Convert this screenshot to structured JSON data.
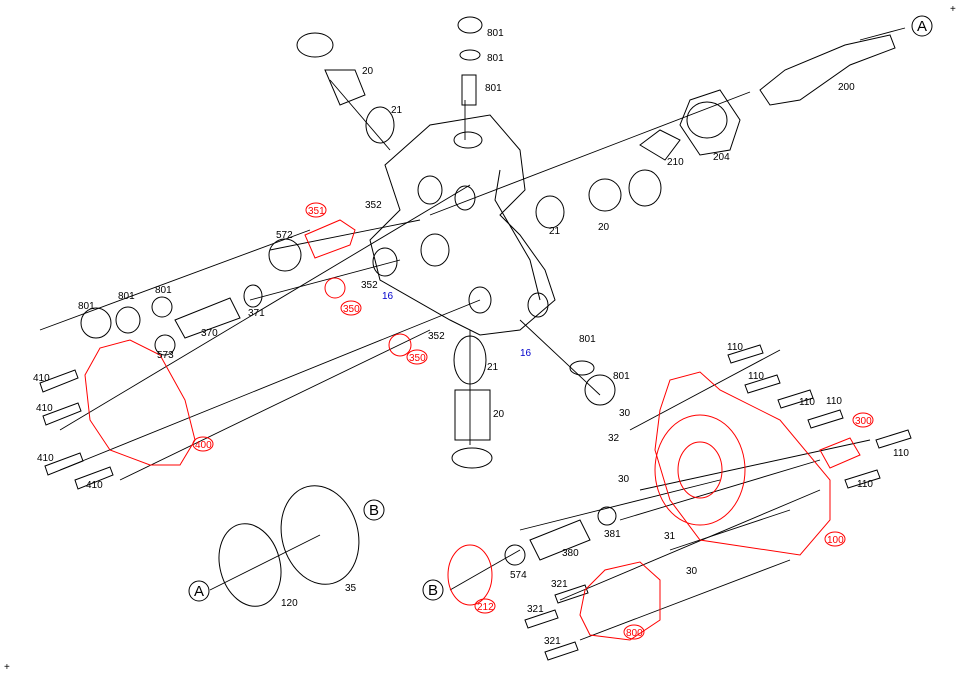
{
  "diagram": {
    "type": "exploded parts view",
    "colors": {
      "standard": "#000000",
      "highlight": "#ff0000",
      "reference": "#0000cc"
    },
    "labels": [
      "801",
      "801",
      "801",
      "A",
      "200",
      "20",
      "21",
      "204",
      "210",
      "21",
      "20",
      "351",
      "352",
      "572",
      "801",
      "801",
      "801",
      "371",
      "350",
      "352",
      "16",
      "573",
      "370",
      "410",
      "410",
      "410",
      "410",
      "400",
      "352",
      "350",
      "21",
      "16",
      "801",
      "801",
      "20",
      "110",
      "110",
      "110",
      "110",
      "300",
      "110",
      "110",
      "30",
      "32",
      "30",
      "381",
      "380",
      "31",
      "30",
      "100",
      "B",
      "A",
      "120",
      "35",
      "574",
      "212",
      "B",
      "321",
      "321",
      "321",
      "800"
    ]
  }
}
